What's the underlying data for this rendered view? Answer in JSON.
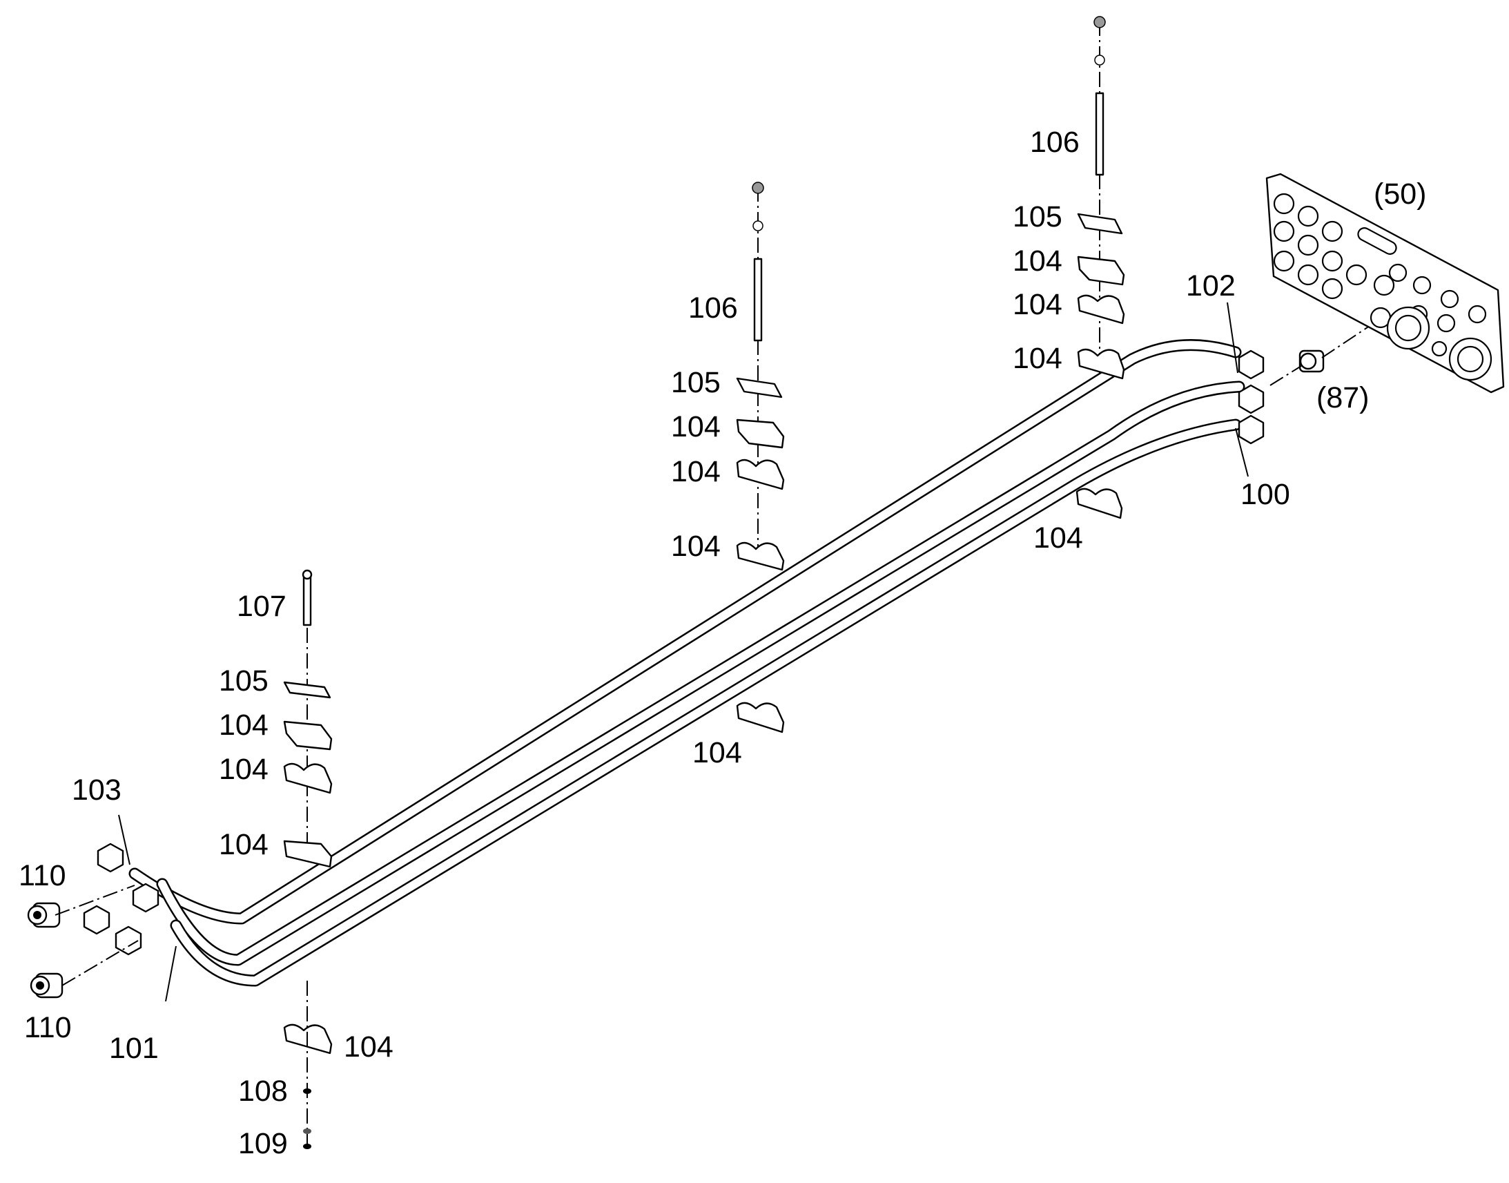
{
  "callouts": {
    "c50": "(50)",
    "c87": "(87)",
    "c100": "100",
    "c101": "101",
    "c102": "102",
    "c103": "103",
    "c104": "104",
    "c105": "105",
    "c106": "106",
    "c107": "107",
    "c108": "108",
    "c109": "109",
    "c110": "110"
  }
}
